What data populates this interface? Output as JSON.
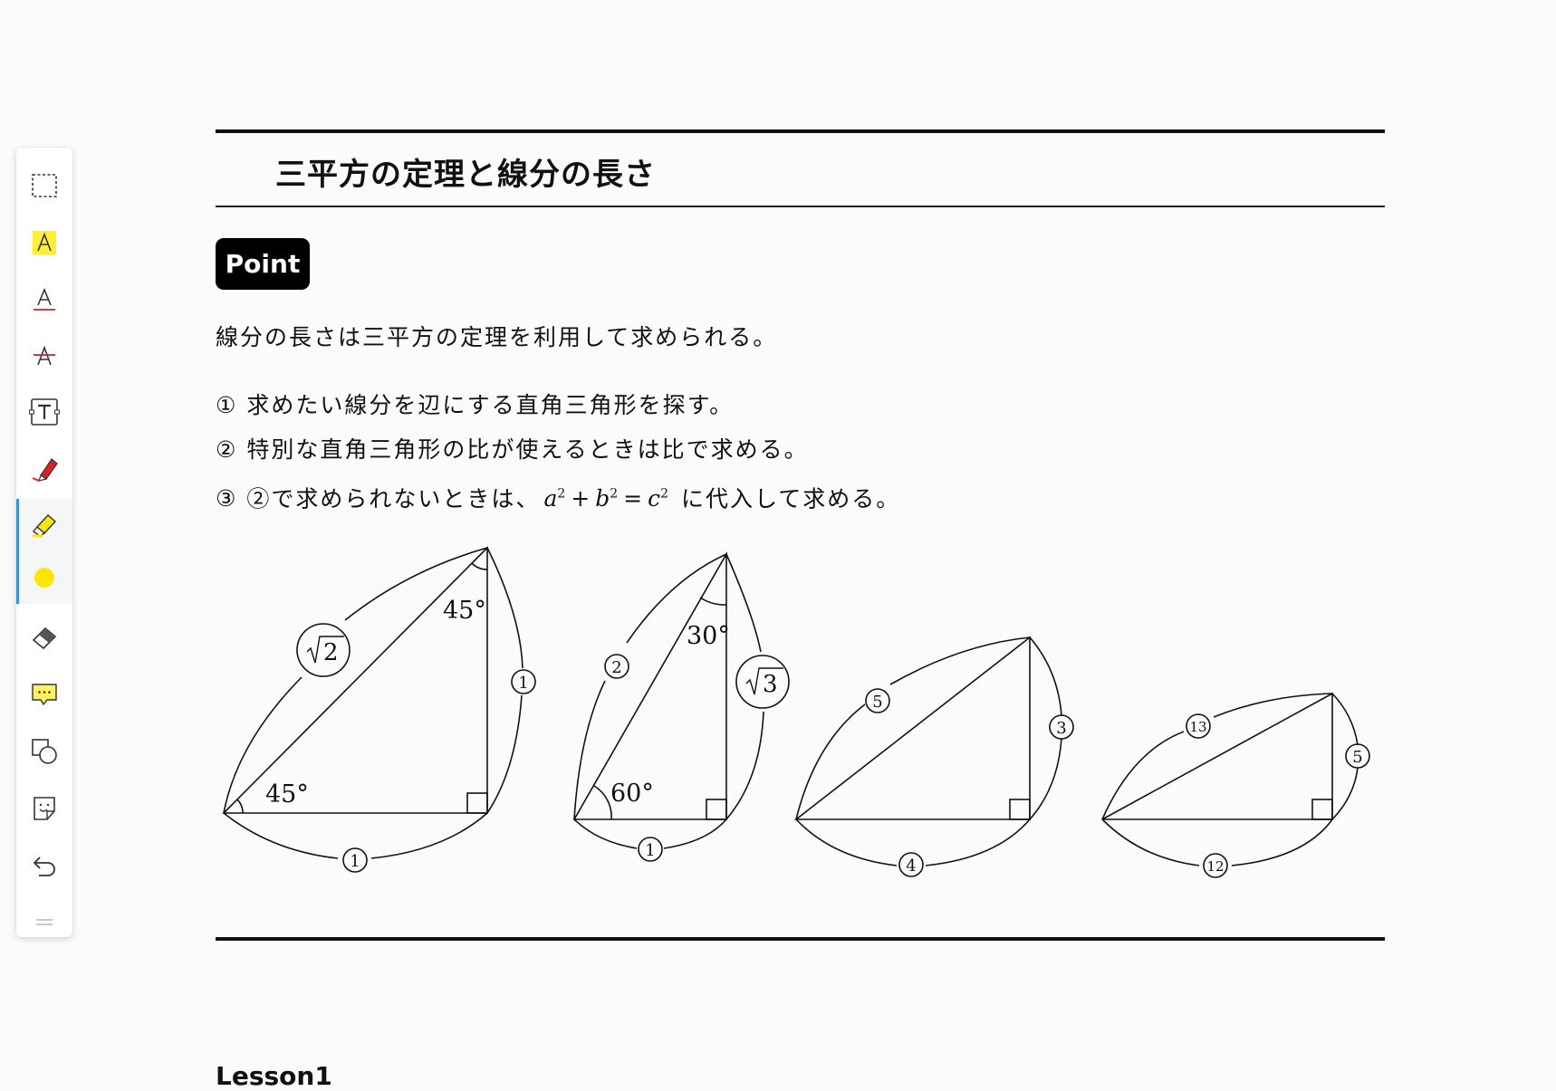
{
  "toolbar": {
    "tools": [
      {
        "name": "select-tool",
        "icon": "dashed-rectangle-icon"
      },
      {
        "name": "highlight-text-tool",
        "icon": "highlight-a-icon"
      },
      {
        "name": "underline-text-tool",
        "icon": "underline-a-icon"
      },
      {
        "name": "strikethrough-text-tool",
        "icon": "strikethrough-a-icon"
      },
      {
        "name": "text-box-tool",
        "icon": "text-box-icon"
      },
      {
        "name": "pen-tool",
        "icon": "red-pen-icon"
      },
      {
        "name": "highlighter-tool",
        "icon": "yellow-highlighter-icon",
        "active": true
      },
      {
        "name": "color-picker",
        "icon": "yellow-dot-icon",
        "color": "#ffe600",
        "active": true
      },
      {
        "name": "eraser-tool",
        "icon": "eraser-icon"
      },
      {
        "name": "comment-tool",
        "icon": "comment-bubble-icon"
      },
      {
        "name": "shape-tool",
        "icon": "shapes-icon"
      },
      {
        "name": "sticker-tool",
        "icon": "sticker-icon"
      },
      {
        "name": "undo-button",
        "icon": "undo-icon"
      }
    ],
    "accent_color": "#3b8fe0"
  },
  "document": {
    "section_title": "三平方の定理と線分の長さ",
    "badge": "Point",
    "intro": "線分の長さは三平方の定理を利用して求められる。",
    "steps": [
      {
        "num": "①",
        "text": "求めたい線分を辺にする直角三角形を探す。"
      },
      {
        "num": "②",
        "text": "特別な直角三角形の比が使えるときは比で求める。"
      },
      {
        "num": "③",
        "text_before": "②で求められないときは、",
        "text_after": "に代入して求める。"
      }
    ],
    "formula": {
      "a": "a",
      "b": "b",
      "c": "c",
      "exp": "2",
      "plus": "+",
      "eq": "="
    },
    "triangles": [
      {
        "angles": [
          "45°",
          "45°"
        ],
        "labels": {
          "hyp": "√2",
          "leg_v": "①",
          "leg_h": "①"
        }
      },
      {
        "angles": [
          "30°",
          "60°"
        ],
        "labels": {
          "hyp": "②",
          "leg_v": "√3",
          "leg_h": "①"
        }
      },
      {
        "labels": {
          "hyp": "⑤",
          "leg_v": "③",
          "leg_h": "④"
        }
      },
      {
        "labels": {
          "hyp": "⑬",
          "leg_v": "⑤",
          "leg_h": "⑫"
        }
      }
    ],
    "next_heading": "Lesson1"
  }
}
